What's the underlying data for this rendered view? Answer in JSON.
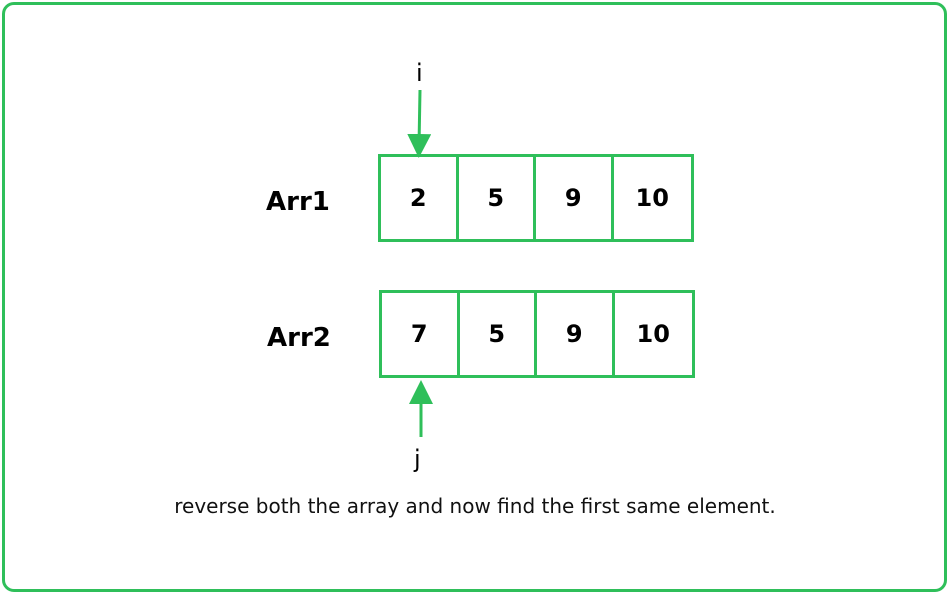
{
  "diagram": {
    "arrays": [
      {
        "label": "Arr1",
        "cells": [
          "2",
          "5",
          "9",
          "10"
        ]
      },
      {
        "label": "Arr2",
        "cells": [
          "7",
          "5",
          "9",
          "10"
        ]
      }
    ],
    "pointers": {
      "top": {
        "label": "i",
        "array": "Arr1",
        "index": 0
      },
      "bottom": {
        "label": "j",
        "array": "Arr2",
        "index": 0
      }
    },
    "caption": "reverse both the array and now find the first same element.",
    "colors": {
      "accent": "#2fbf5a",
      "text": "#000000"
    }
  }
}
